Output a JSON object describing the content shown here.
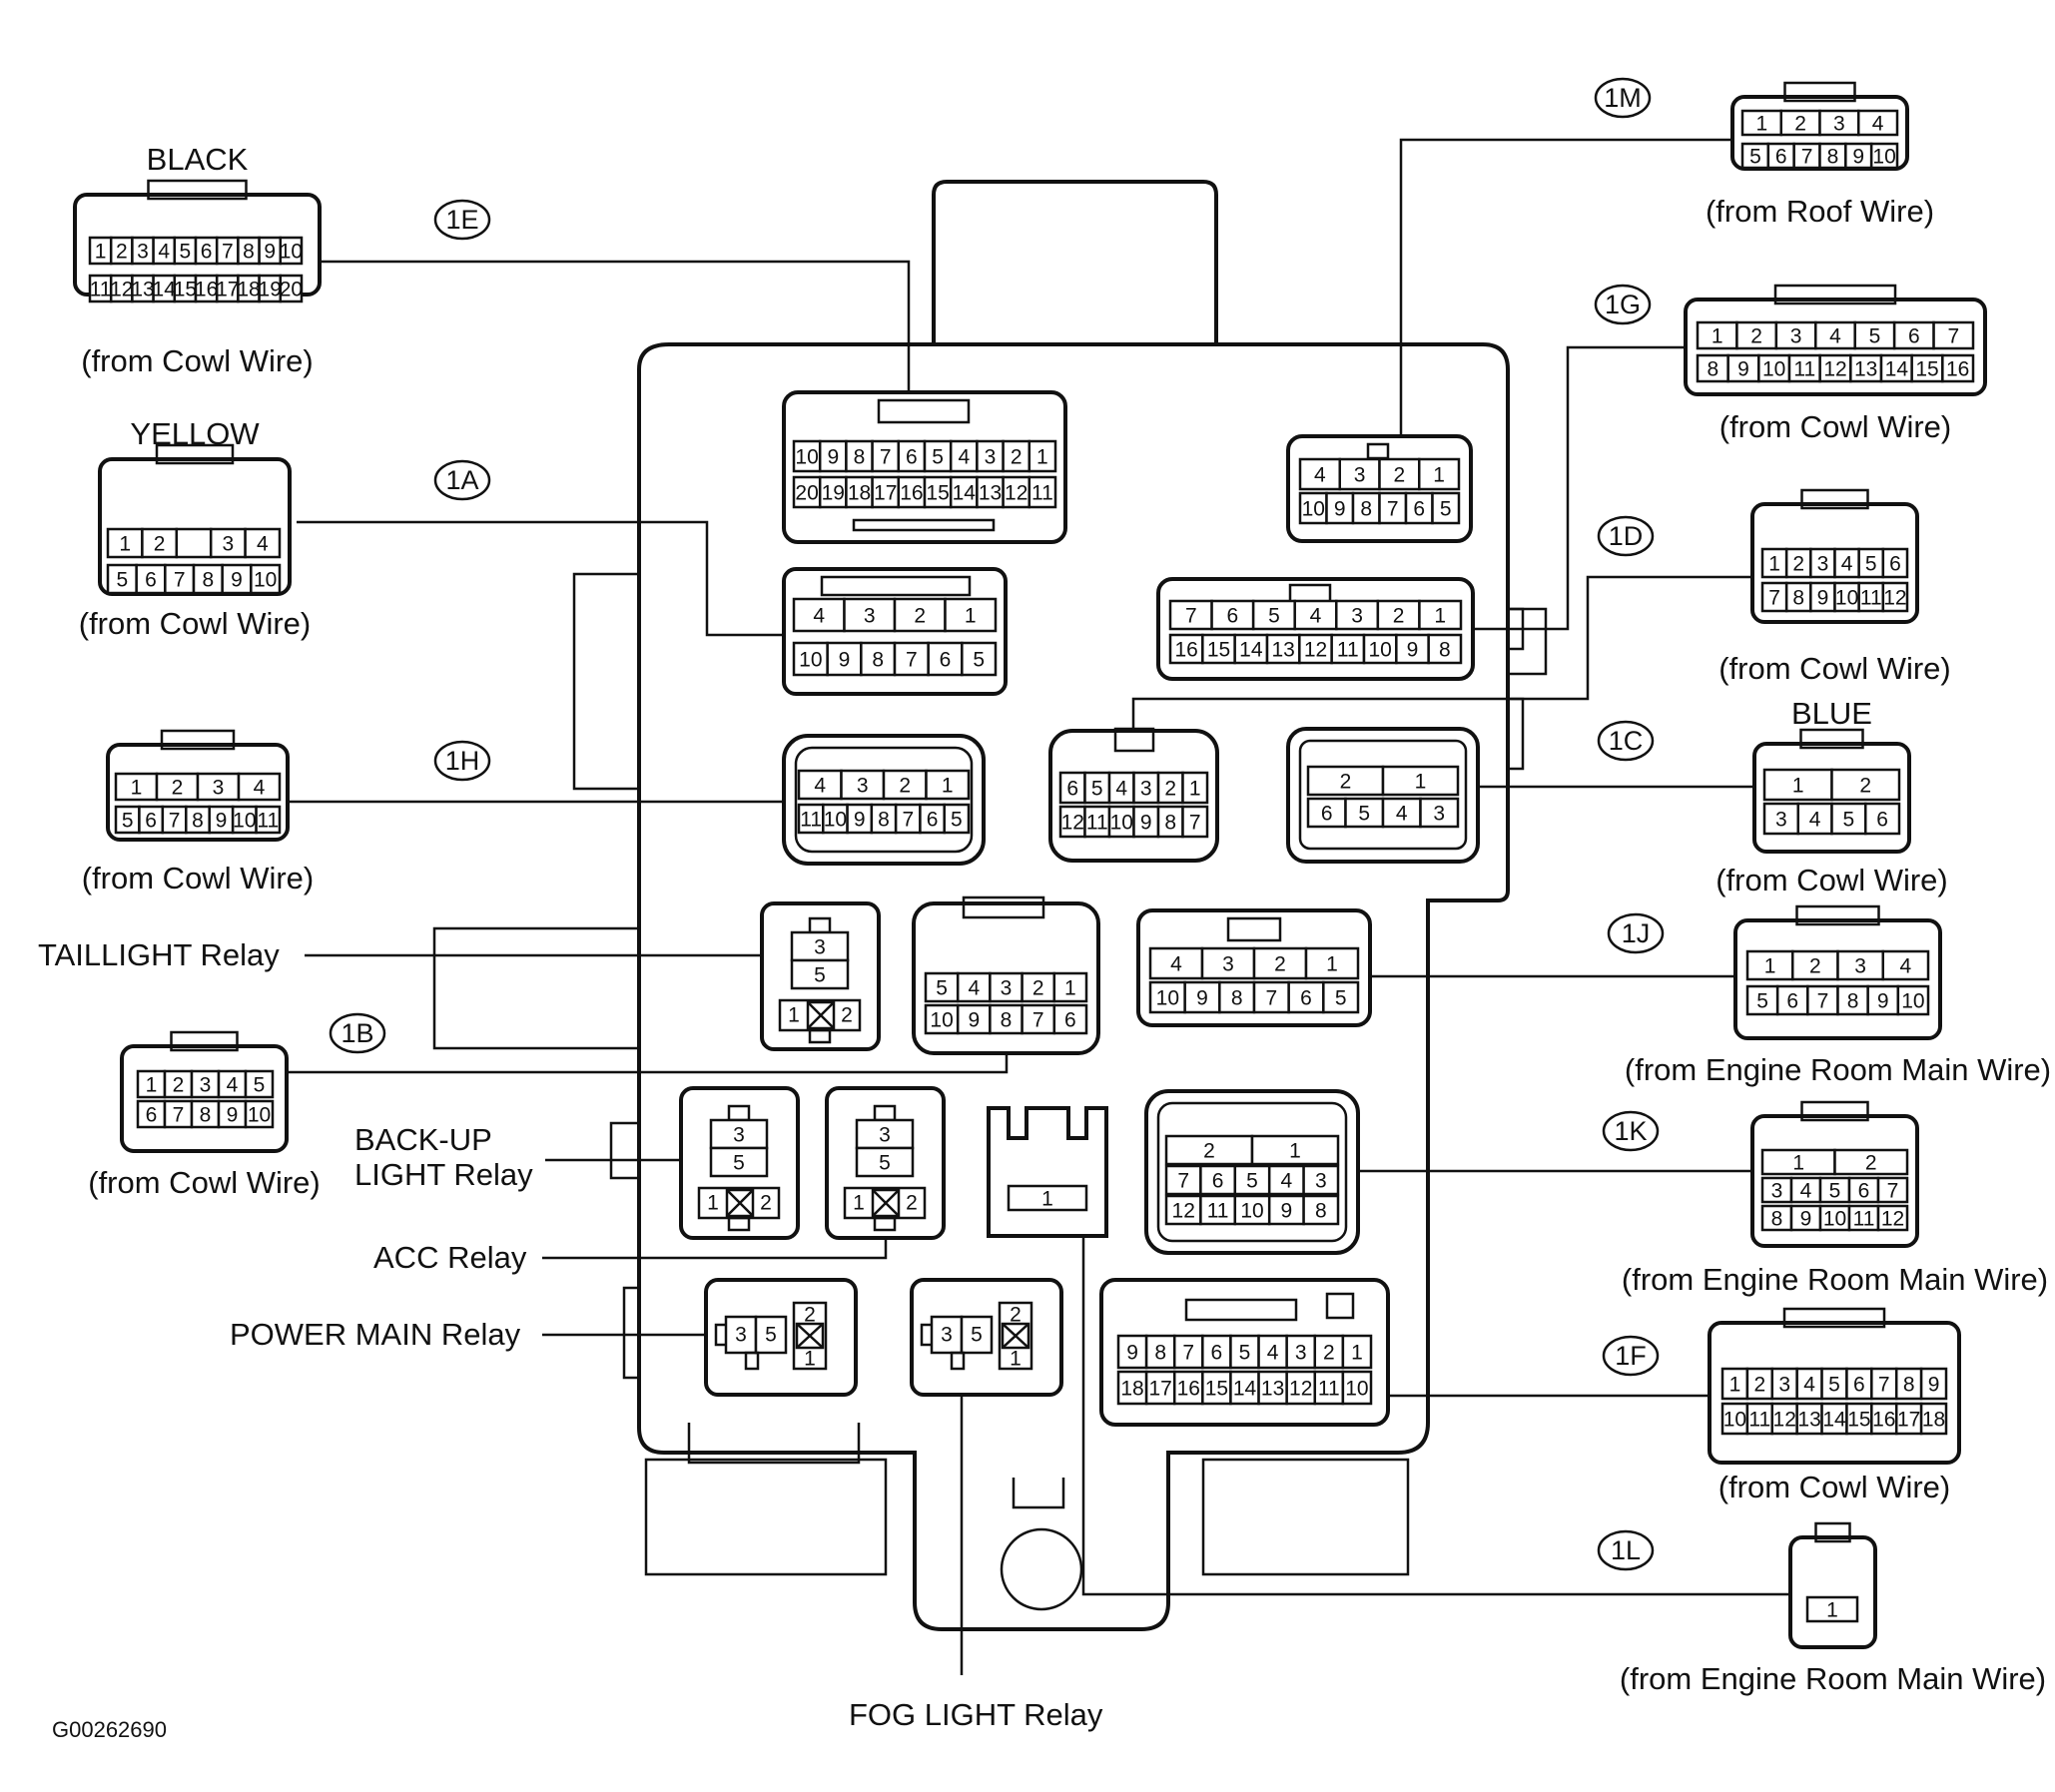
{
  "figure_id": "G00262690",
  "connectors": [
    {
      "code": "1E",
      "color": "BLACK",
      "source": "(from Cowl Wire)",
      "pins_row1": [
        "1",
        "2",
        "3",
        "4",
        "5",
        "6",
        "7",
        "8",
        "9",
        "10"
      ],
      "pins_row2": [
        "11",
        "12",
        "13",
        "14",
        "15",
        "16",
        "17",
        "18",
        "19",
        "20"
      ]
    },
    {
      "code": "1A",
      "color": "YELLOW",
      "source": "(from Cowl Wire)",
      "pins_row1": [
        "1",
        "2",
        "",
        "3",
        "4"
      ],
      "pins_row2": [
        "5",
        "6",
        "7",
        "8",
        "9",
        "10"
      ]
    },
    {
      "code": "1H",
      "color": "",
      "source": "(from Cowl Wire)",
      "pins_row1": [
        "1",
        "2",
        "3",
        "4"
      ],
      "pins_row2": [
        "5",
        "6",
        "7",
        "8",
        "9",
        "10",
        "11"
      ]
    },
    {
      "code": "1B",
      "color": "",
      "source": "(from Cowl Wire)",
      "pins_row1": [
        "1",
        "2",
        "3",
        "4",
        "5"
      ],
      "pins_row2": [
        "6",
        "7",
        "8",
        "9",
        "10"
      ]
    },
    {
      "code": "1M",
      "color": "",
      "source": "(from Roof Wire)",
      "pins_row1": [
        "1",
        "2",
        "3",
        "4"
      ],
      "pins_row2": [
        "5",
        "6",
        "7",
        "8",
        "9",
        "10"
      ]
    },
    {
      "code": "1G",
      "color": "",
      "source": "(from Cowl Wire)",
      "pins_row1": [
        "1",
        "2",
        "3",
        "4",
        "5",
        "6",
        "7"
      ],
      "pins_row2": [
        "8",
        "9",
        "10",
        "11",
        "12",
        "13",
        "14",
        "15",
        "16"
      ]
    },
    {
      "code": "1D",
      "color": "",
      "source": "(from Cowl Wire)",
      "pins_row1": [
        "1",
        "2",
        "3",
        "4",
        "5",
        "6"
      ],
      "pins_row2": [
        "7",
        "8",
        "9",
        "10",
        "11",
        "12"
      ]
    },
    {
      "code": "1C",
      "color": "BLUE",
      "source": "(from Cowl Wire)",
      "pins_row1": [
        "1",
        "2"
      ],
      "pins_row2": [
        "3",
        "4",
        "5",
        "6"
      ]
    },
    {
      "code": "1J",
      "color": "",
      "source": "(from Engine Room Main Wire)",
      "pins_row1": [
        "1",
        "2",
        "3",
        "4"
      ],
      "pins_row2": [
        "5",
        "6",
        "7",
        "8",
        "9",
        "10"
      ]
    },
    {
      "code": "1K",
      "color": "",
      "source": "(from Engine Room Main Wire)",
      "pins_row1": [
        "1",
        "2"
      ],
      "pins_row2": [
        "3",
        "4",
        "5",
        "6",
        "7"
      ],
      "pins_row3": [
        "8",
        "9",
        "10",
        "11",
        "12"
      ]
    },
    {
      "code": "1F",
      "color": "",
      "source": "(from Cowl Wire)",
      "pins_row1": [
        "1",
        "2",
        "3",
        "4",
        "5",
        "6",
        "7",
        "8",
        "9"
      ],
      "pins_row2": [
        "10",
        "11",
        "12",
        "13",
        "14",
        "15",
        "16",
        "17",
        "18"
      ]
    },
    {
      "code": "1L",
      "color": "",
      "source": "(from Engine Room Main Wire)",
      "pins_row1": [
        "1"
      ]
    }
  ],
  "relays": {
    "taillight": "TAILLIGHT Relay",
    "backup_line1": "BACK-UP",
    "backup_line2": "LIGHT Relay",
    "acc": "ACC Relay",
    "power_main": "POWER MAIN Relay",
    "fog_light": "FOG LIGHT Relay"
  },
  "relay_pins": {
    "top": "3",
    "mid": "5",
    "left": "1",
    "right": "2"
  }
}
